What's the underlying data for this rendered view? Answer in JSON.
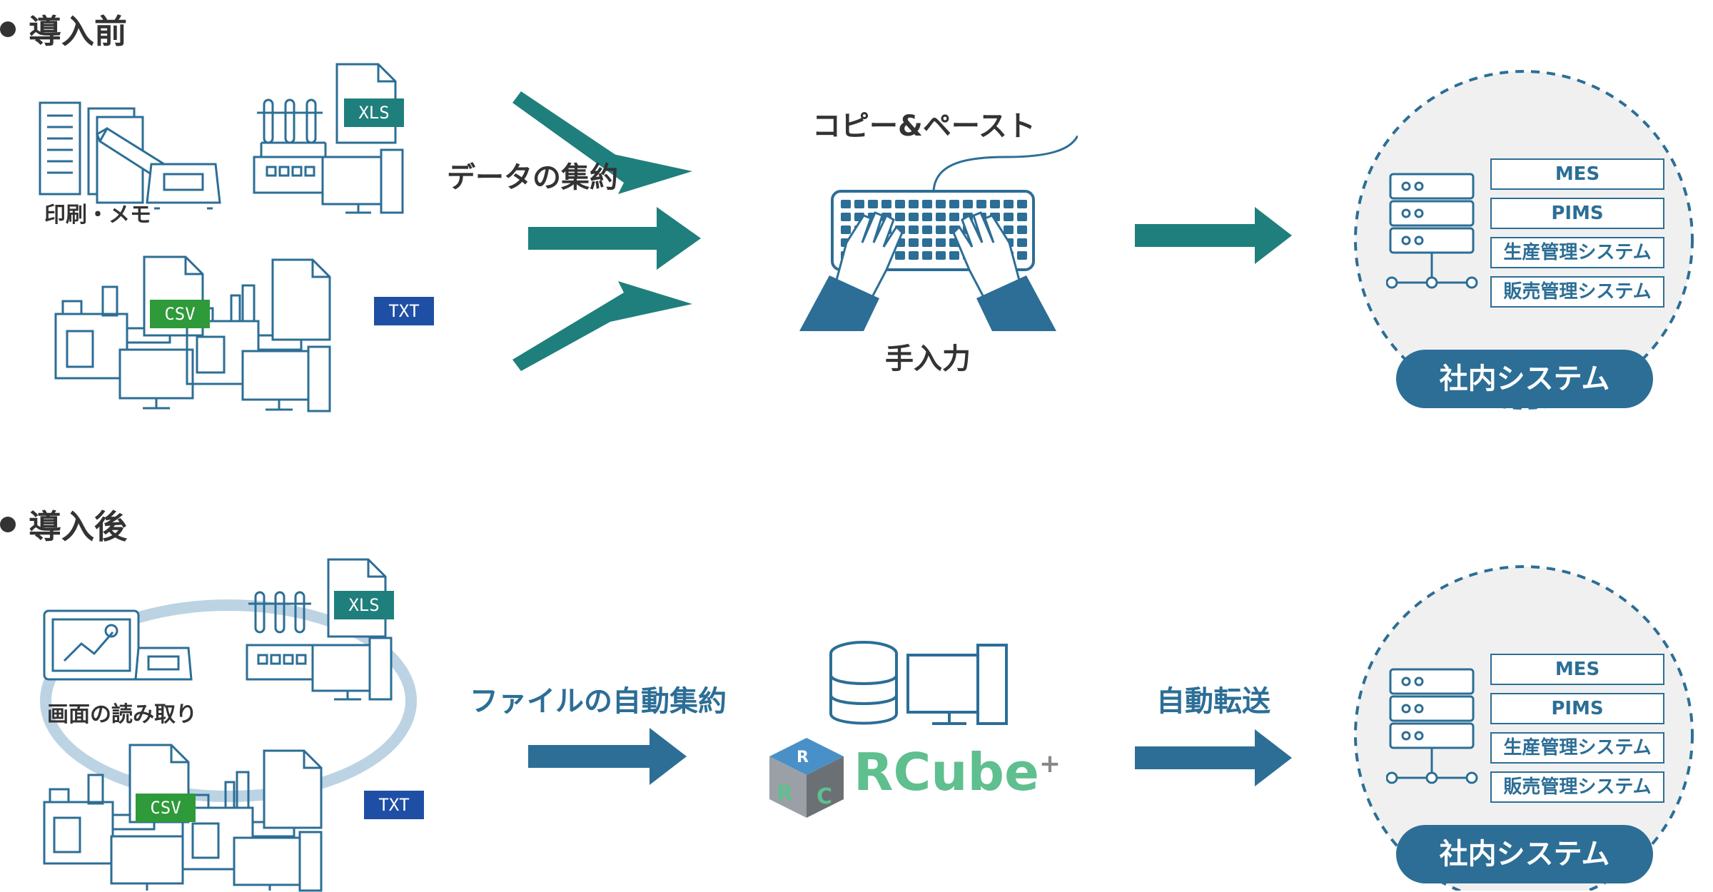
{
  "before": {
    "heading": "導入前",
    "sources": [
      {
        "label": "印刷・メモ"
      },
      {
        "tag": "XLS",
        "color": "#1f7f7c"
      },
      {
        "tag": "CSV",
        "color": "#2f9a3a"
      },
      {
        "tag": "TXT",
        "color": "#1f4fa5"
      }
    ],
    "aggregation_label": "データの集約",
    "copy_paste_label": "コピー&ペースト",
    "manual_input_label": "手入力",
    "arrow_color": "#1f7f7c"
  },
  "after": {
    "heading": "導入後",
    "sources": [
      {
        "label": "画面の読み取り"
      },
      {
        "tag": "XLS",
        "color": "#1f7f7c"
      },
      {
        "tag": "CSV",
        "color": "#2f9a3a"
      },
      {
        "tag": "TXT",
        "color": "#1f4fa5"
      }
    ],
    "aggregation_label": "ファイルの自動集約",
    "transfer_label": "自動転送",
    "product_name": "RCube",
    "product_suffix": "+",
    "arrow_color": "#2c6e96"
  },
  "system": {
    "items": [
      "MES",
      "PIMS",
      "生産管理システム",
      "販売管理システム"
    ],
    "title": "社内システム",
    "color": "#2c6e96"
  }
}
